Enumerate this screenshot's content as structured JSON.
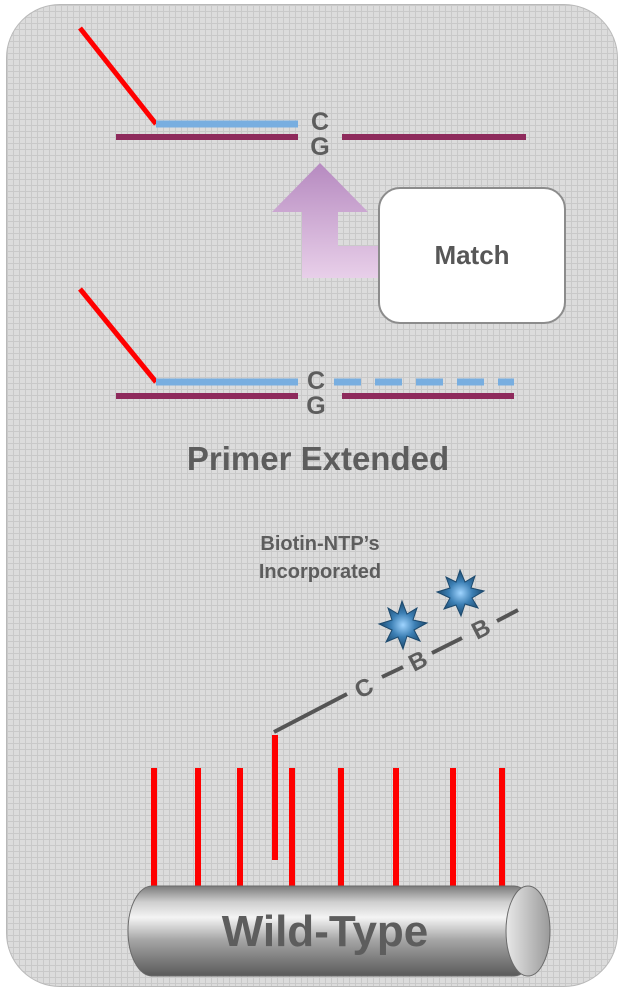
{
  "top_diagram": {
    "base_top": "C",
    "base_bottom": "G"
  },
  "callout": {
    "label": "Match"
  },
  "middle_diagram": {
    "base_top": "C",
    "base_bottom": "G",
    "caption": "Primer Extended"
  },
  "incorporation": {
    "caption_line1": "Biotin-NTP’s",
    "caption_line2": "Incorporated",
    "chain_labels": [
      "C",
      "B",
      "B"
    ]
  },
  "bead": {
    "label": "Wild-Type"
  },
  "colors": {
    "primer_tail": "#ff0000",
    "primer": "#78aee0",
    "template": "#8e2a5c",
    "arrow": "#c9a0cf",
    "star": "#2f6e99",
    "probe": "#ff0000"
  }
}
